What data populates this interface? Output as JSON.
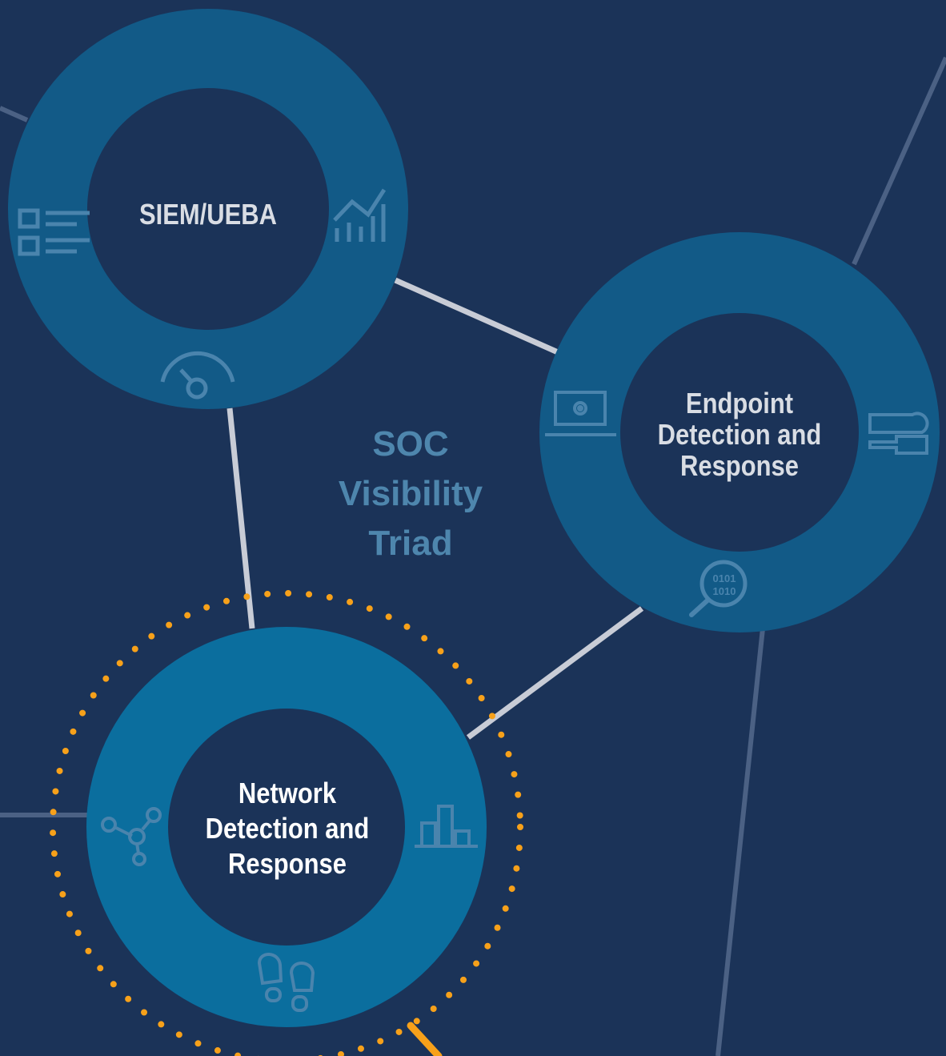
{
  "title_lines": [
    "SOC",
    "Visibility",
    "Triad"
  ],
  "nodes": {
    "siem": {
      "label": "SIEM/UEBA",
      "icons": [
        "list-icon",
        "chart-trend-icon",
        "gauge-icon"
      ]
    },
    "edr": {
      "lines": [
        "Endpoint",
        "Detection and",
        "Response"
      ],
      "icons": [
        "laptop-gear-icon",
        "tools-icon",
        "binary-magnifier-icon"
      ]
    },
    "ndr": {
      "lines": [
        "Network",
        "Detection and",
        "Response"
      ],
      "icons": [
        "network-nodes-icon",
        "bar-chart-icon",
        "footprints-icon"
      ],
      "highlighted": true
    }
  },
  "colors": {
    "background": "#1b3358",
    "ring": "#125a87",
    "ring_highlight": "#0b6e9e",
    "inner": "#1b3358",
    "icon": "#4a84ad",
    "connector": "#c8ccd6",
    "outer_line": "#4b6184",
    "highlight": "#f7a11a"
  }
}
